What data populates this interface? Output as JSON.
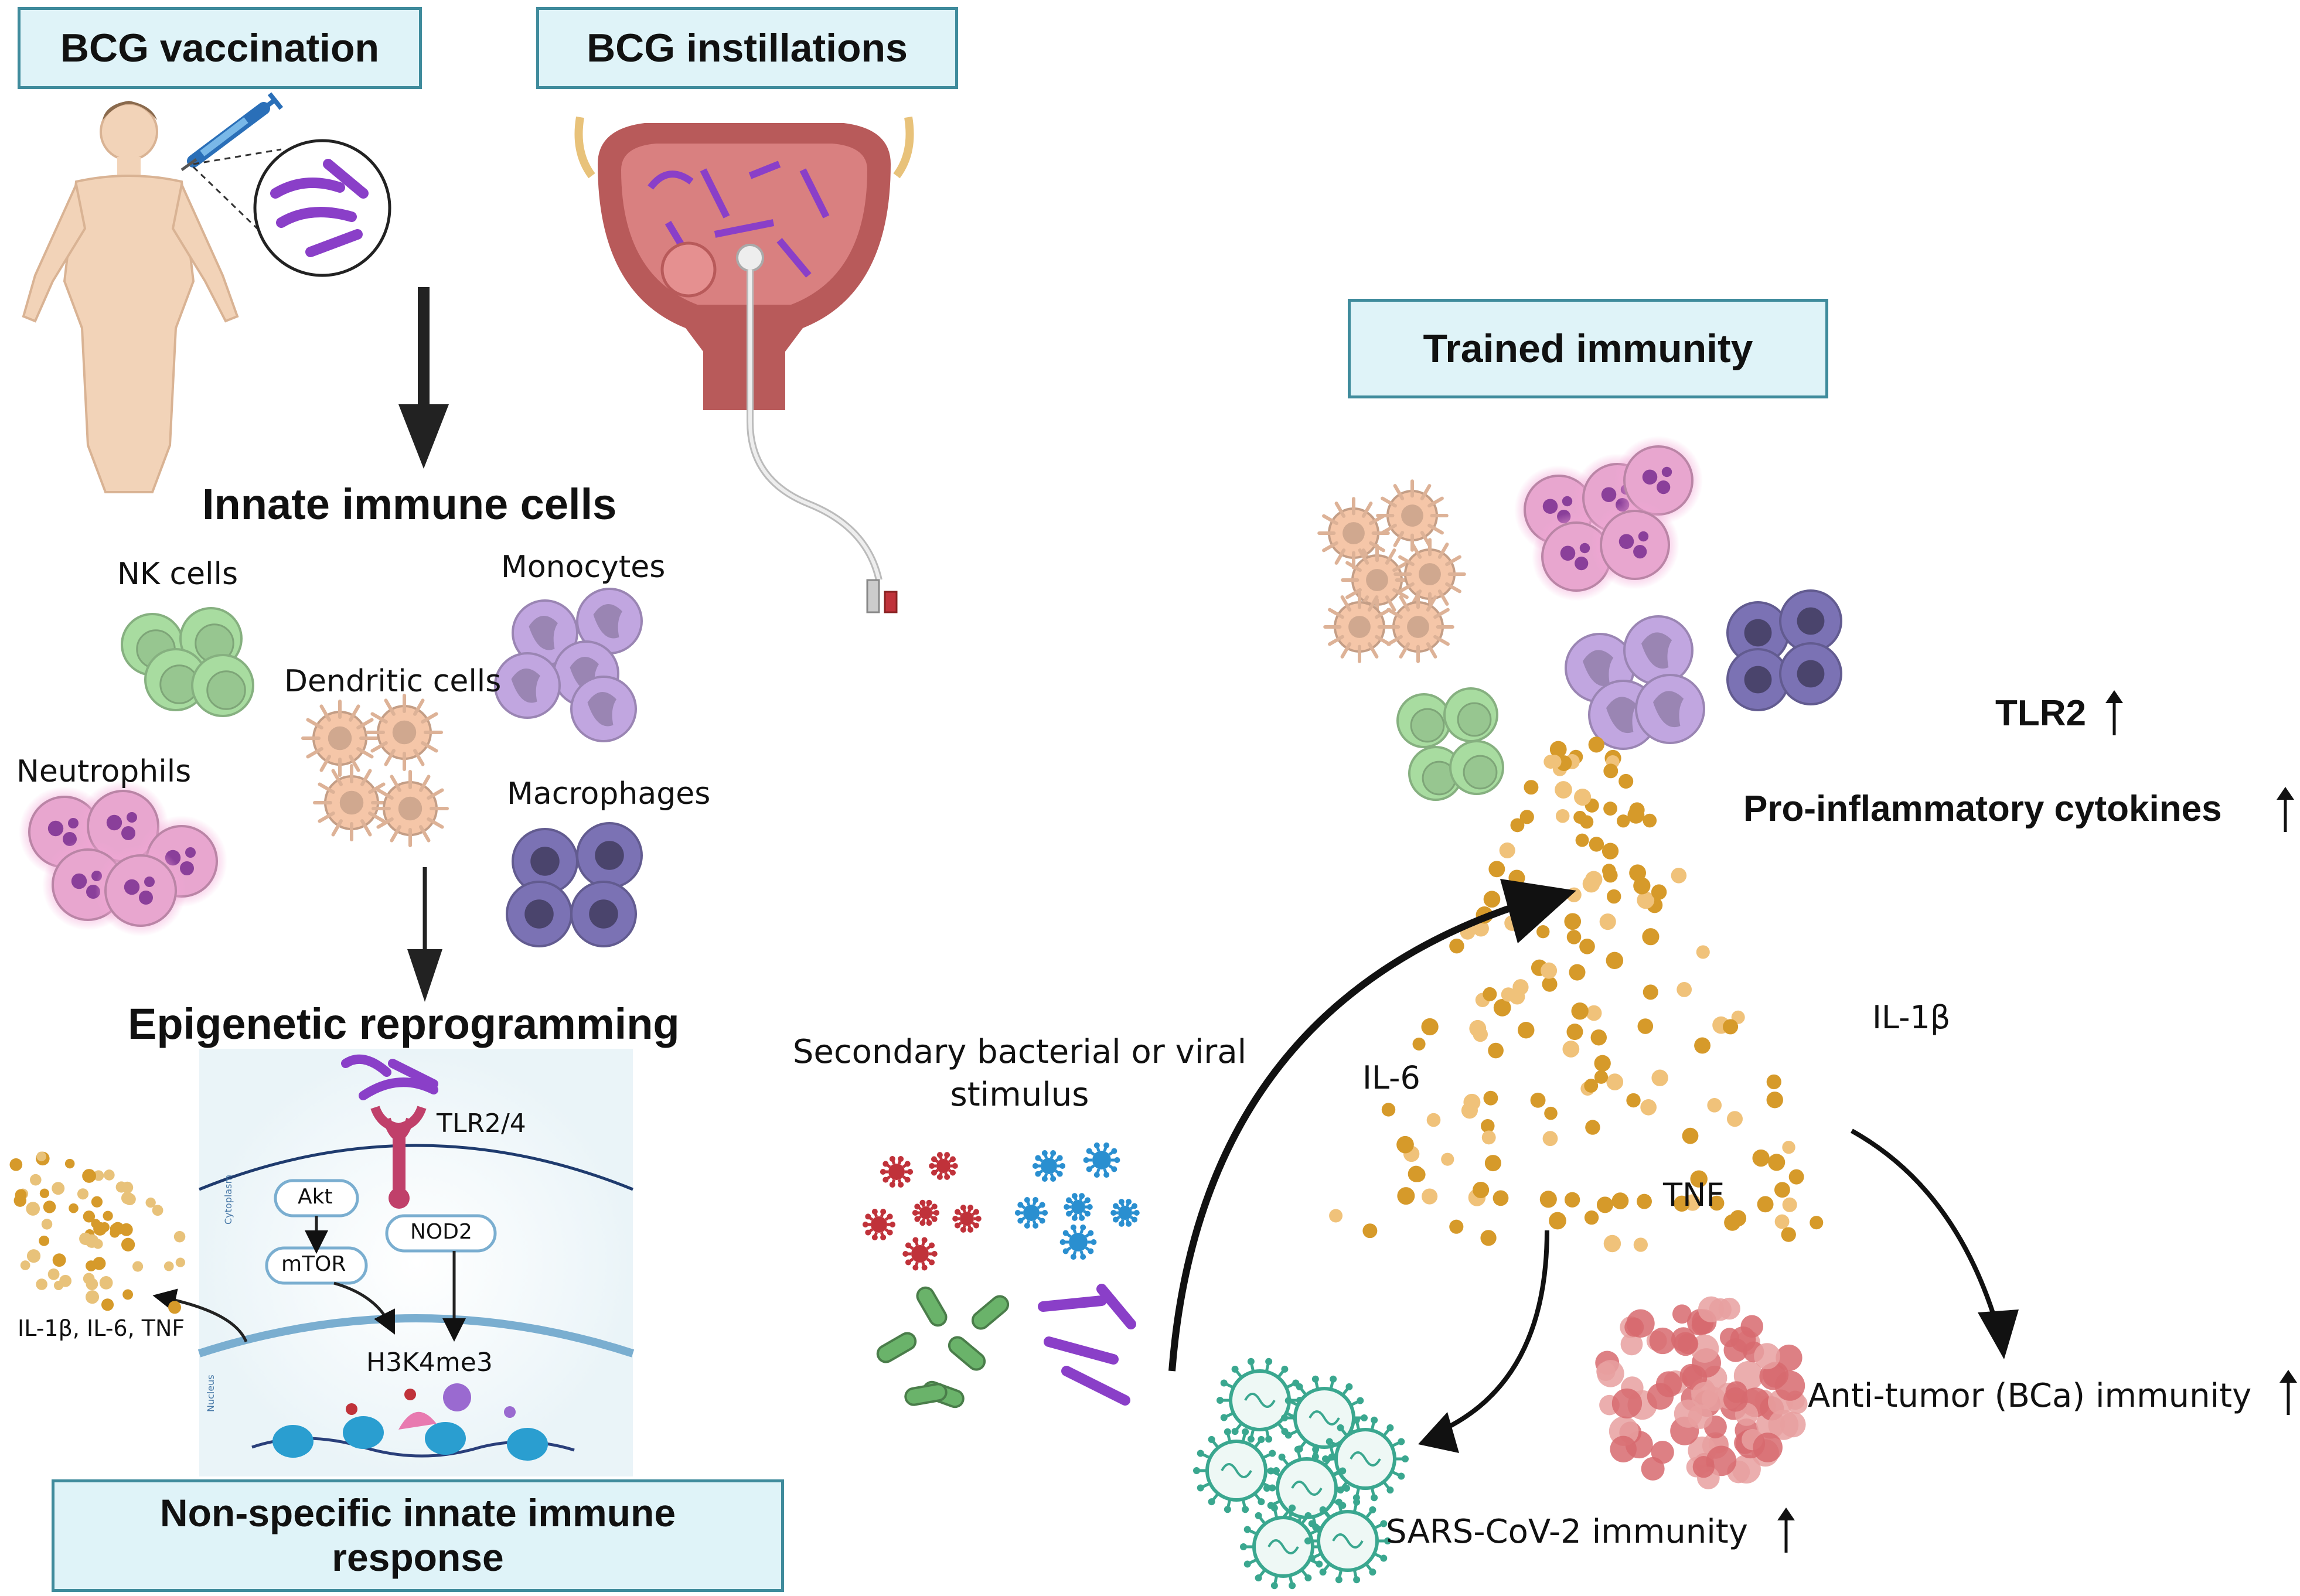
{
  "boxes": {
    "bcg_vaccination": "BCG vaccination",
    "bcg_instillations": "BCG instillations",
    "trained_immunity": "Trained immunity",
    "nonspecific_line1": "Non-specific innate immune",
    "nonspecific_line2": "response"
  },
  "headings": {
    "innate_immune_cells": "Innate immune cells",
    "epigenetic_reprogramming": "Epigenetic reprogramming"
  },
  "cell_labels": {
    "nk": "NK cells",
    "monocytes": "Monocytes",
    "dendritic": "Dendritic cells",
    "neutrophils": "Neutrophils",
    "macrophages": "Macrophages"
  },
  "pathway": {
    "tlr": "TLR2/4",
    "akt": "Akt",
    "mtor": "mTOR",
    "nod2": "NOD2",
    "h3k4me3": "H3K4me3",
    "cytoplasm": "Cytoplasm",
    "nucleus": "Nucleus",
    "cytokines_out": "IL-1β, IL-6, TNF"
  },
  "right": {
    "stimulus_line1": "Secondary bacterial or viral",
    "stimulus_line2": "stimulus",
    "tlr2": "TLR2",
    "proinflammatory": "Pro-inflammatory cytokines",
    "il1b": "IL-1β",
    "il6": "IL-6",
    "tnf": "TNF",
    "antitumor": "Anti-tumor (BCa) immunity",
    "sarscov2": "SARS-CoV-2 immunity",
    "up_arrow": "↑"
  },
  "colors": {
    "box_fill": "#dff3f8",
    "box_border": "#3f8b9c",
    "nk": "#a8dca0",
    "monocyte": "#c1a6e0",
    "dendritic": "#f5c6a8",
    "neutrophil": "#e8a6cf",
    "macrophage": "#7b72b4",
    "cytokine": "#d69a2a",
    "bcg_rod": "#8a3fc8",
    "virus_red": "#c0323a",
    "virus_blue": "#2a8fd0",
    "bacteria_green": "#6ab36a",
    "sars": "#3aa78f",
    "tumor": "#d76a6e"
  }
}
